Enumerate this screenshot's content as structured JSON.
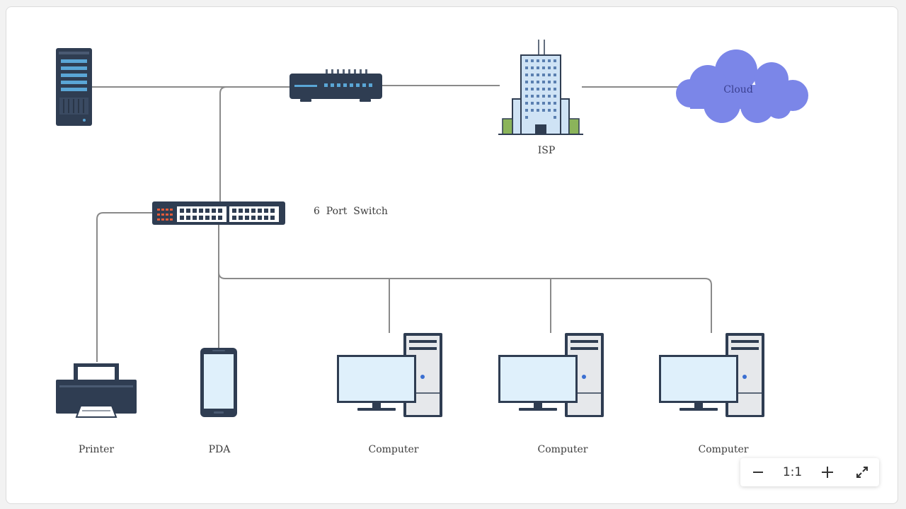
{
  "diagram": {
    "nodes": {
      "server": {
        "label": ""
      },
      "router": {
        "label": ""
      },
      "isp": {
        "label": "ISP"
      },
      "cloud": {
        "label": "Cloud"
      },
      "switch": {
        "label": "6  Port  Switch"
      },
      "printer": {
        "label": "Printer"
      },
      "pda": {
        "label": "PDA"
      },
      "computer1": {
        "label": "Computer"
      },
      "computer2": {
        "label": "Computer"
      },
      "computer3": {
        "label": "Computer"
      }
    },
    "colors": {
      "line": "#8a8a8a",
      "device_dark": "#2f3d52",
      "screen": "#dff0fb",
      "cloud": "#7b86e8",
      "building": "#cfe3f5",
      "led_red": "#e35b3a"
    }
  },
  "zoom": {
    "level": "1:1",
    "zoom_out_icon": "minus-icon",
    "zoom_in_icon": "plus-icon",
    "fullscreen_icon": "expand-icon"
  }
}
